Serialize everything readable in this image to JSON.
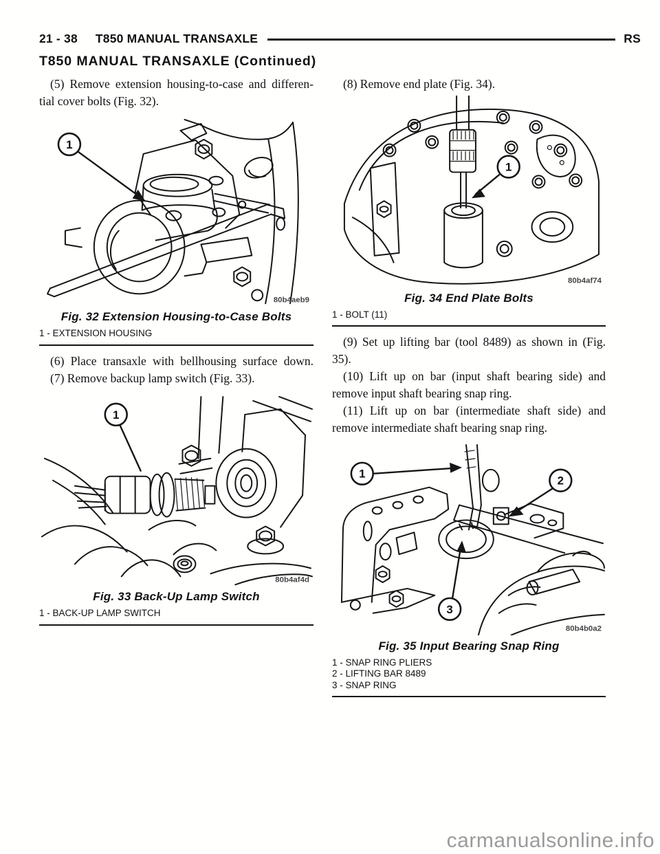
{
  "header": {
    "page_ref": "21 - 38",
    "section": "T850 MANUAL TRANSAXLE",
    "edition": "RS"
  },
  "title": "T850 MANUAL TRANSAXLE (Continued)",
  "left": {
    "step5": {
      "l1": "(5) Remove extension housing-to-case and differen-",
      "l2": "tial cover bolts (Fig. 32)."
    },
    "fig32": {
      "caption": "Fig. 32 Extension Housing-to-Case Bolts",
      "code": "80b4aeb9",
      "legend1": "1 - EXTENSION HOUSING",
      "callout1": "1"
    },
    "step6": "(6) Place transaxle with bellhousing surface down.",
    "step7": "(7) Remove backup lamp switch (Fig. 33).",
    "fig33": {
      "caption": "Fig. 33 Back-Up Lamp Switch",
      "code": "80b4af4d",
      "legend1": "1 - BACK-UP LAMP SWITCH",
      "callout1": "1"
    }
  },
  "right": {
    "step8": "(8) Remove end plate (Fig. 34).",
    "fig34": {
      "caption": "Fig. 34 End Plate Bolts",
      "code": "80b4af74",
      "legend1": "1 - BOLT (11)",
      "callout1": "1"
    },
    "step9": {
      "l1": "(9) Set up lifting bar (tool 8489) as shown in (Fig.",
      "l2": "35)."
    },
    "step10": {
      "l1": "(10) Lift up on bar (input shaft bearing side) and",
      "l2": "remove input shaft bearing snap ring."
    },
    "step11": {
      "l1": "(11) Lift up on bar (intermediate shaft side) and",
      "l2": "remove intermediate shaft bearing snap ring."
    },
    "fig35": {
      "caption": "Fig. 35 Input Bearing Snap Ring",
      "code": "80b4b0a2",
      "legend1": "1 - SNAP RING PLIERS",
      "legend2": "2 - LIFTING BAR 8489",
      "legend3": "3 - SNAP RING",
      "callout1": "1",
      "callout2": "2",
      "callout3": "3"
    }
  },
  "watermark": "carmanualsonline.info",
  "colors": {
    "ink": "#141414",
    "watermark_gray": "#9b9b9b"
  }
}
